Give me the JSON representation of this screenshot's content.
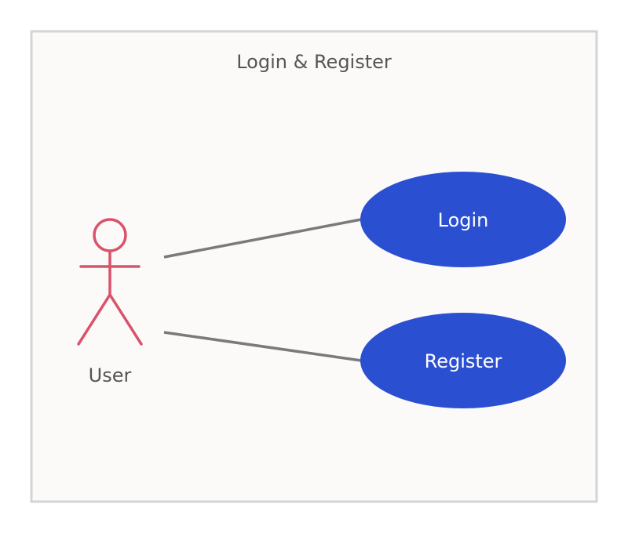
{
  "diagram": {
    "type": "use-case",
    "system": {
      "title": "Login & Register"
    },
    "actor": {
      "label": "User",
      "color": "#d9536b"
    },
    "use_cases": [
      {
        "label": "Login",
        "color": "#2b4fd1"
      },
      {
        "label": "Register",
        "color": "#2b4fd1"
      }
    ],
    "associations": [
      {
        "from": "User",
        "to": "Login"
      },
      {
        "from": "User",
        "to": "Register"
      }
    ]
  },
  "colors": {
    "boundary_fill": "#fbfaf9",
    "boundary_stroke": "#d4d4d4",
    "line": "#7a7a7a",
    "text": "#555555",
    "usecase_text": "#ffffff"
  }
}
